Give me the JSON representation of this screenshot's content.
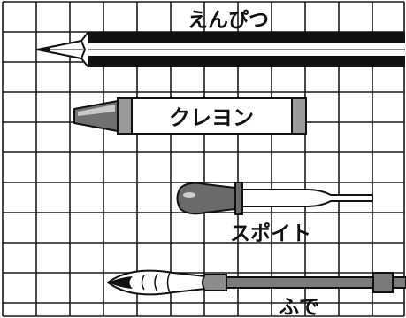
{
  "labels": {
    "pencil": "えんぴつ",
    "crayon": "クレヨン",
    "dropper": "スポイト",
    "brush": "ふで"
  },
  "colors": {
    "ink": "#111111",
    "grid": "#1a1a1a",
    "background": "#ffffff",
    "crayon_tip": "#707070",
    "crayon_band": "#9a9a9a",
    "dropper_bulb": "#6a6a6a",
    "brush_ferrule": "#8c8c8c",
    "brush_handle": "#7a7a7a"
  }
}
